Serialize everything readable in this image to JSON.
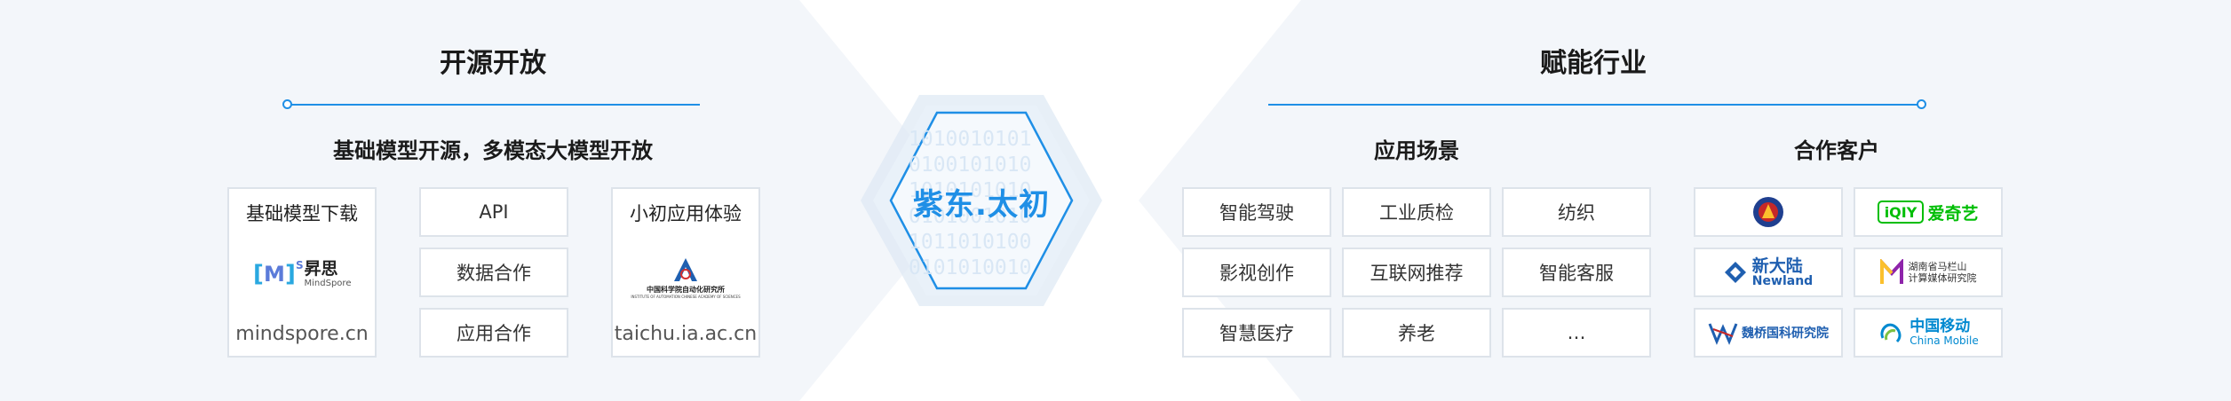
{
  "left": {
    "title": "开源开放",
    "subtitle": "基础模型开源，多模态大模型开放",
    "card1": {
      "label": "基础模型下载",
      "logo_name": "昇思",
      "logo_sub": "MindSpore",
      "url": "mindspore.cn"
    },
    "middle_items": [
      "API",
      "数据合作",
      "应用合作"
    ],
    "card3": {
      "label": "小初应用体验",
      "logo_name": "中国科学院自动化研究所",
      "logo_sub": "INSTITUTE OF AUTOMATION CHINESE ACADEMY OF SCIENCES",
      "url": "taichu.ia.ac.cn"
    }
  },
  "center": {
    "label": "紫东.太初",
    "binary": "1010010101\n0100101010\n1010101010\n0101001010\n1011010100\n0101010010"
  },
  "right": {
    "title": "赋能行业",
    "scenes_title": "应用场景",
    "scenes": [
      "智能驾驶",
      "工业质检",
      "纺织",
      "影视创作",
      "互联网推荐",
      "智能客服",
      "智慧医疗",
      "养老",
      "…"
    ],
    "partners_title": "合作客户",
    "partners": {
      "iqiyi": "爱奇艺",
      "newland_cn": "新大陆",
      "newland_en": "Newland",
      "hunan_line1": "湖南省马栏山",
      "hunan_line2": "计算媒体研究院",
      "weiqiao": "魏桥国科研究院",
      "cmcc_cn": "中国移动",
      "cmcc_en": "China Mobile"
    }
  },
  "colors": {
    "accent": "#1f8fe6",
    "panel": "#f3f6fa",
    "border": "#dde3ea"
  }
}
